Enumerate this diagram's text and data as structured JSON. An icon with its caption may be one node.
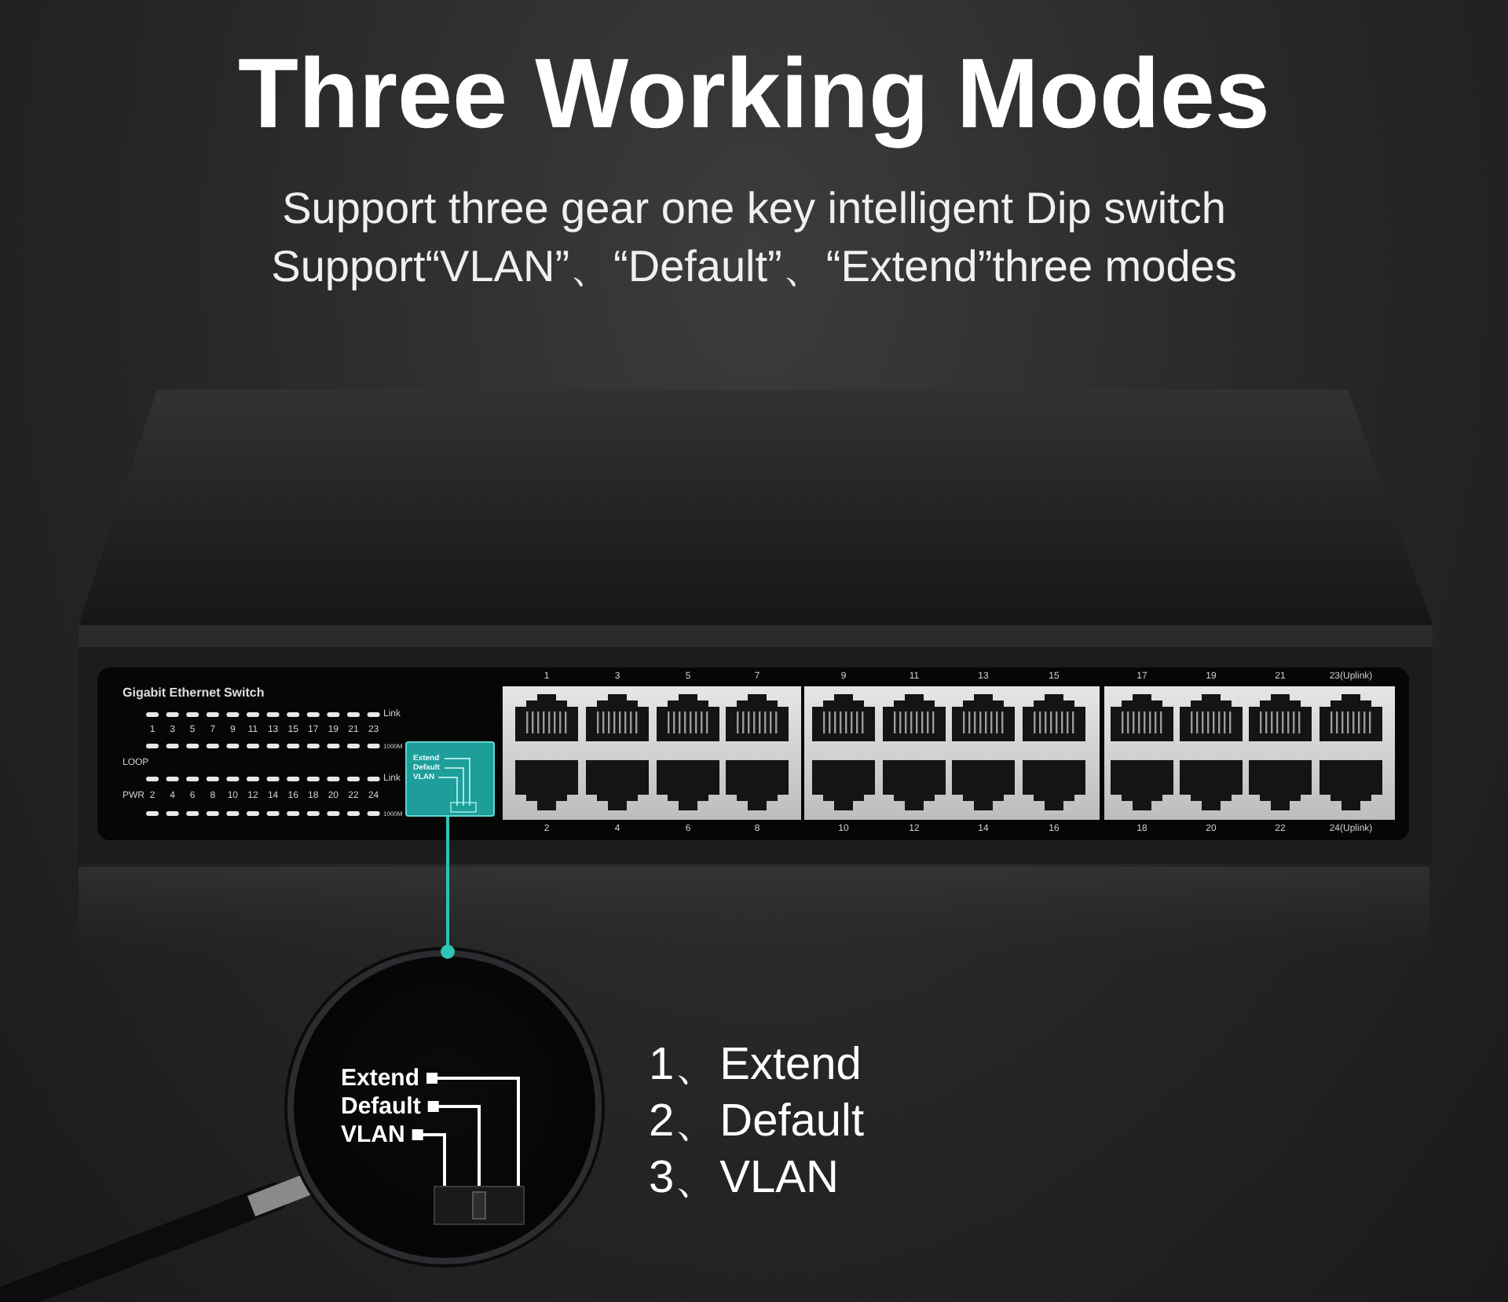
{
  "diagram": {
    "title": "Three Working Modes",
    "nodes": [
      {
        "text": [
          "Extend",
          "Default",
          "VLAN"
        ]
      },
      {
        "text": [],
        "shape": "circle"
      },
      {
        "text": [
          "Extend"
        ],
        "in": 1
      },
      {
        "text": [
          "Default"
        ],
        "in": 1
      },
      {
        "text": [
          "VLAN"
        ],
        "in": 1
      },
      {
        "text": [],
        "shape": "box",
        "in": 1
      }
    ],
    "edges": [
      {
        "from": 1,
        "to": 0,
        "arrow": "other",
        "color": "#2ec4b6"
      },
      {
        "from": 2,
        "to": 5,
        "arrow": "other"
      },
      {
        "from": 3,
        "to": 5,
        "arrow": "other"
      },
      {
        "from": 4,
        "to": 5,
        "arrow": "other"
      }
    ],
    "labels": [
      "Support three gear one key intelligent Dip switch",
      "Support“VLAN”、“Default”、“Extend”three modes",
      "Gigabit Ethernet Switch",
      "Link",
      "1",
      "3",
      "5",
      "7",
      "9",
      "11",
      "13",
      "15",
      "17",
      "19",
      "21",
      "23",
      "1000M",
      "LOOP",
      "Link",
      "PWR",
      "2",
      "4",
      "6",
      "8",
      "10",
      "12",
      "14",
      "16",
      "18",
      "20",
      "22",
      "24",
      "1000M",
      "1",
      "3",
      "5",
      "7",
      "9",
      "11",
      "13",
      "15",
      "17",
      "19",
      "21",
      "23(Uplink)",
      "2",
      "4",
      "6",
      "8",
      "10",
      "12",
      "14",
      "16",
      "18",
      "20",
      "22",
      "24(Uplink)",
      "1、Extend",
      "2、Default",
      "3、VLAN"
    ]
  }
}
